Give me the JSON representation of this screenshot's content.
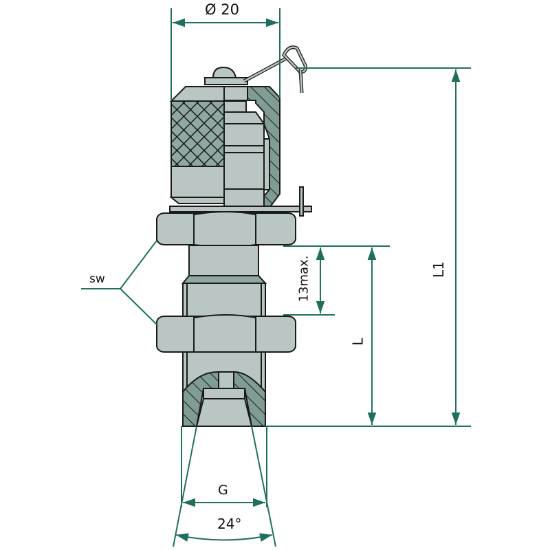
{
  "diagram": {
    "title": "Test coupling / measuring connector with dust cap, lock nuts and 24° cone",
    "colors": {
      "dimension_line": "#1f6f5f",
      "part_fill": "#b9c6c3",
      "section_fill": "#7f9c95",
      "outline": "#1a1a1a",
      "background": "#ffffff"
    },
    "dimensions": {
      "diameter": "Ø 20",
      "length_total": "L1",
      "length": "L",
      "max_thickness": "13max.",
      "wrench_size": "SW",
      "thread": "G",
      "cone_angle": "24°"
    },
    "parts": [
      {
        "name": "dust-cap",
        "description": "Knurled cap with retaining chain"
      },
      {
        "name": "upper-hex-nut",
        "description": "Hex nut (SW)"
      },
      {
        "name": "lower-hex-nut",
        "description": "Hex nut (SW)"
      },
      {
        "name": "threaded-body",
        "description": "Threaded body G with 24° cone bore"
      }
    ]
  }
}
